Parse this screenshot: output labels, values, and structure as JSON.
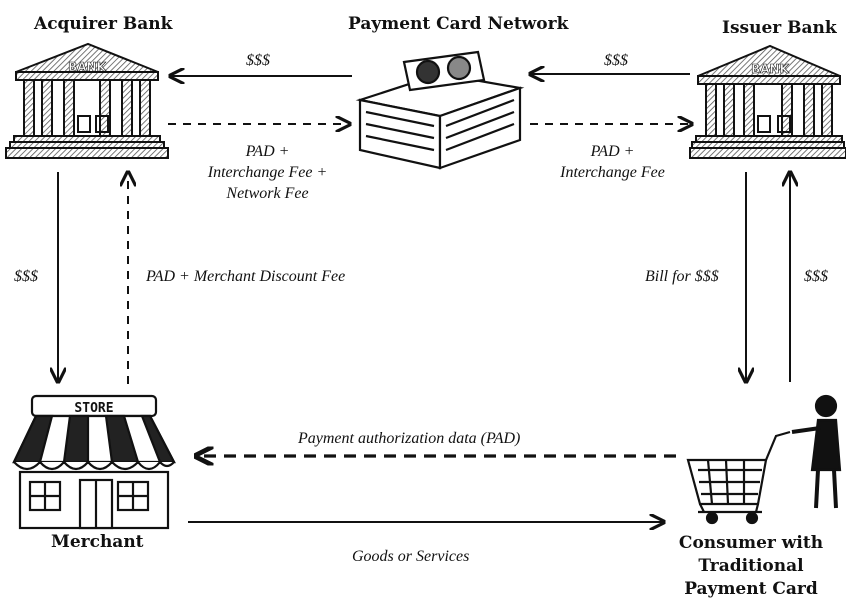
{
  "nodes": {
    "acquirer": "Acquirer Bank",
    "network": "Payment Card Network",
    "issuer": "Issuer Bank",
    "merchant": "Merchant",
    "consumer_line1": "Consumer with",
    "consumer_line2": "Traditional",
    "consumer_line3": "Payment Card"
  },
  "icon_text": {
    "bank": "BANK",
    "store": "STORE"
  },
  "edges": {
    "network_to_acquirer": "$$$",
    "issuer_to_network": "$$$",
    "acquirer_to_network_1": "PAD +",
    "acquirer_to_network_2": "Interchange Fee +",
    "acquirer_to_network_3": "Network Fee",
    "network_to_issuer_1": "PAD +",
    "network_to_issuer_2": "Interchange Fee",
    "acquirer_to_merchant": "$$$",
    "merchant_to_acquirer": "PAD + Merchant Discount Fee",
    "issuer_to_consumer": "Bill for $$$",
    "consumer_to_issuer": "$$$",
    "consumer_to_merchant": "Payment authorization data (PAD)",
    "merchant_to_consumer": "Goods or Services"
  }
}
